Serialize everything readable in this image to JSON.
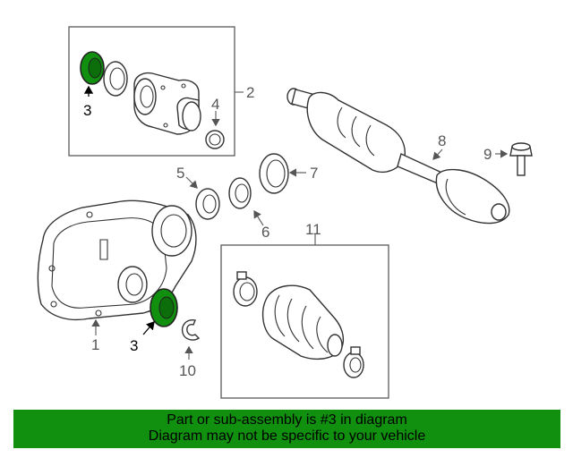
{
  "diagram": {
    "callouts": {
      "c1": "1",
      "c2": "2",
      "c3_top": "3",
      "c3_bottom": "3",
      "c4": "4",
      "c5": "5",
      "c6": "6",
      "c7": "7",
      "c8": "8",
      "c9": "9",
      "c10": "10",
      "c11": "11"
    },
    "highlight_color": "#118f0f"
  },
  "banner": {
    "line1": "Part or sub-assembly is #3 in diagram",
    "line2": "Diagram may not be specific to your vehicle"
  }
}
